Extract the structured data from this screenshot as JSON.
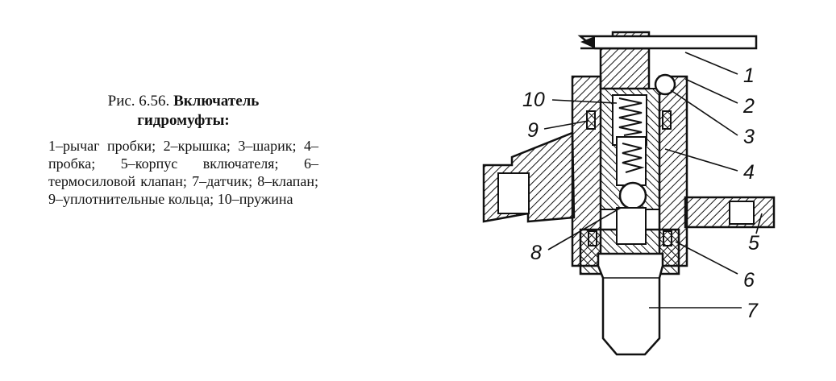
{
  "caption": {
    "fig_label": "Рис. 6.56.",
    "title_line1": "Включатель",
    "title_line2": "гидромуфты:"
  },
  "legend": [
    {
      "num": "1",
      "text": "рычаг пробки;"
    },
    {
      "num": "2",
      "text": "крышка;"
    },
    {
      "num": "3",
      "text": "шарик;"
    },
    {
      "num": "4",
      "text": "пробка;"
    },
    {
      "num": "5",
      "text": "корпус включателя;"
    },
    {
      "num": "6",
      "text": "термосиловой клапан;"
    },
    {
      "num": "7",
      "text": "датчик;"
    },
    {
      "num": "8",
      "text": "клапан;"
    },
    {
      "num": "9",
      "text": "уплотнительные кольца;"
    },
    {
      "num": "10",
      "text": "пружина"
    }
  ],
  "legend_dash": "–",
  "callouts": {
    "c1": "1",
    "c2": "2",
    "c3": "3",
    "c4": "4",
    "c5": "5",
    "c6": "6",
    "c7": "7",
    "c8": "8",
    "c9": "9",
    "c10": "10"
  }
}
